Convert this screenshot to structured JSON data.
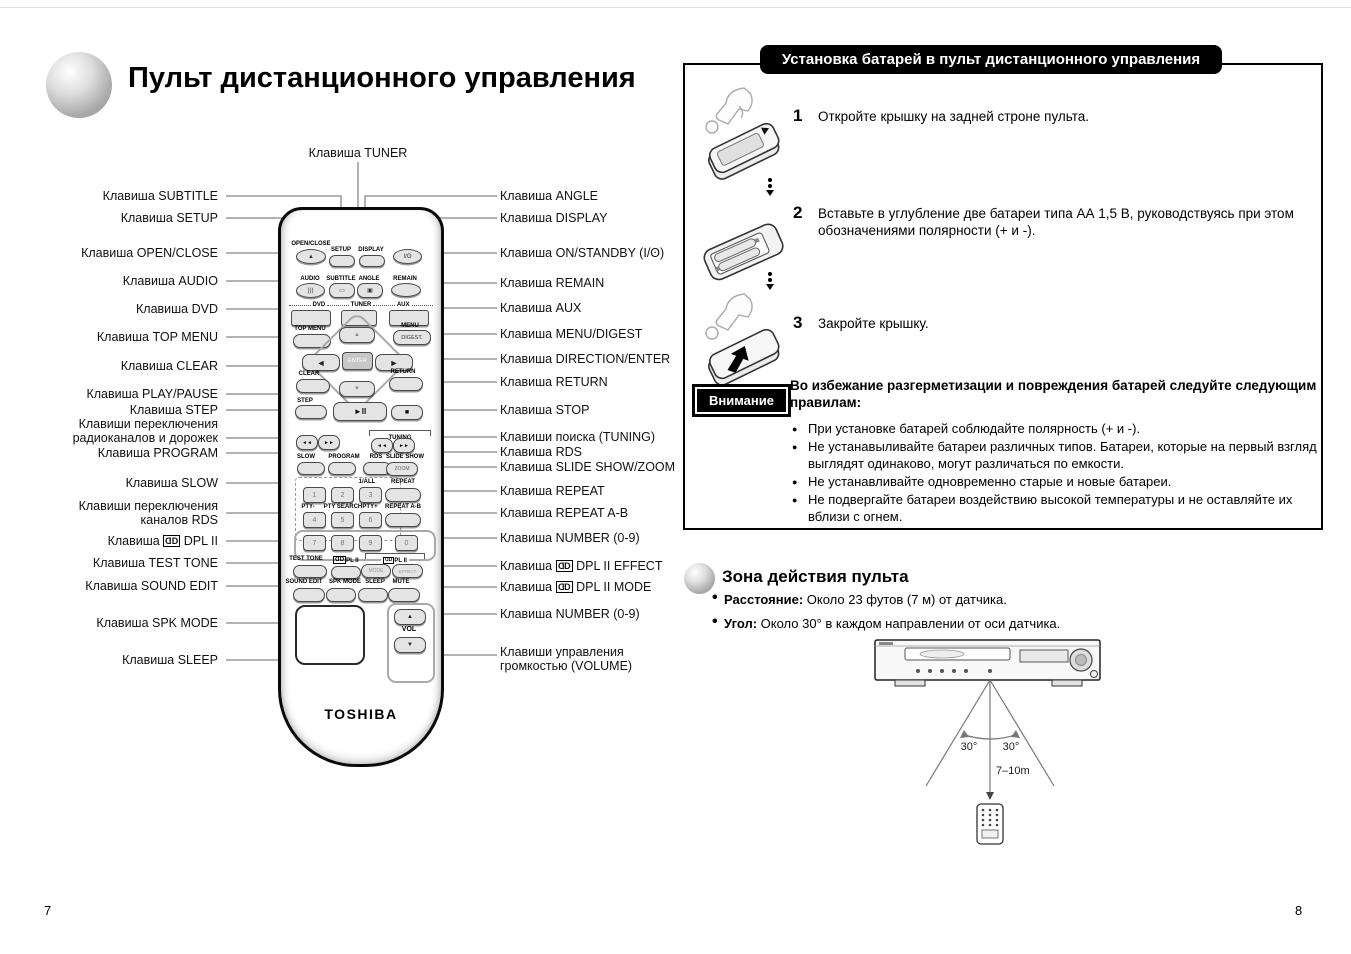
{
  "page": {
    "left_number": "7",
    "right_number": "8"
  },
  "left": {
    "title": "Пульт дистанционного управления",
    "tuner_callout": "Клавиша TUNER",
    "callouts": [
      {
        "text": "Клавиша SUBTITLE"
      },
      {
        "text": "Клавиша SETUP"
      },
      {
        "text": "Клавиша OPEN/CLOSE"
      },
      {
        "text": "Клавиша AUDIO"
      },
      {
        "text": "Клавиша DVD"
      },
      {
        "text": "Клавиша TOP MENU"
      },
      {
        "text": "Клавиша CLEAR"
      },
      {
        "text": "Клавиша PLAY/PAUSE"
      },
      {
        "text": "Клавиша STEP"
      },
      {
        "text": "Клавиши переключения радиоканалов и дорожек"
      },
      {
        "text": "Клавиша PROGRAM"
      },
      {
        "text": "Клавиша SLOW"
      },
      {
        "text": "Клавиши переключения каналов RDS"
      },
      {
        "pre": "Клавиша",
        "post": "DPL II"
      },
      {
        "text": "Клавиша TEST TONE"
      },
      {
        "text": "Клавиша SOUND EDIT"
      },
      {
        "text": "Клавиша SPK MODE"
      },
      {
        "text": "Клавиша SLEEP"
      }
    ]
  },
  "right_callouts": [
    {
      "text": "Клавиша ANGLE"
    },
    {
      "text": "Клавиша DISPLAY"
    },
    {
      "text": "Клавиша ON/STANDBY (I/ʘ)"
    },
    {
      "text": "Клавиша REMAIN"
    },
    {
      "text": "Клавиша AUX"
    },
    {
      "text": "Клавиша MENU/DIGEST"
    },
    {
      "text": "Клавиша DIRECTION/ENTER"
    },
    {
      "text": "Клавиша RETURN"
    },
    {
      "text": "Клавиша STOP"
    },
    {
      "text": "Клавиши поиска (TUNING)"
    },
    {
      "text": "Клавиша RDS"
    },
    {
      "text": "Клавиша SLIDE SHOW/ZOOM"
    },
    {
      "text": "Клавиша REPEAT"
    },
    {
      "text": "Клавиша REPEAT A-B"
    },
    {
      "text": "Клавиша NUMBER (0-9)"
    },
    {
      "pre": "Клавиша",
      "post": "DPL II EFFECT"
    },
    {
      "pre": "Клавиша",
      "post": "DPL II MODE"
    },
    {
      "text": "Клавиша NUMBER (0-9)"
    },
    {
      "text": "Клавиши управления громкостью (VOLUME)"
    }
  ],
  "remote": {
    "brand": "TOSHIBA",
    "open_close": "OPEN/CLOSE",
    "eject": "▲",
    "setup": "SETUP",
    "display": "DISPLAY",
    "power": "I/ʘ",
    "audio": "AUDIO",
    "subtitle": "SUBTITLE",
    "angle": "ANGLE",
    "remain": "REMAIN",
    "dvd": "DVD",
    "tuner": "TUNER",
    "aux": "AUX",
    "top_menu": "TOP MENU",
    "menu": "MENU",
    "digest": "DIGEST.",
    "up": "▲",
    "down": "▼",
    "left": "◄",
    "right": "►",
    "enter": "ENTER",
    "clear": "CLEAR",
    "return": "RETURN",
    "step": "STEP",
    "play_pause": "►II",
    "stop": "■",
    "skip_back": "◄◄",
    "skip_fwd": "►►",
    "tuning": "TUNING",
    "tune_down": "◄◄",
    "tune_up": "►►",
    "slow": "SLOW",
    "program": "PROGRAM",
    "rds": "RDS",
    "slide_show": "SLIDE SHOW",
    "zoom": "ZOOM",
    "one_all": "1/ALL",
    "repeat": "REPEAT",
    "repeat_ab": "REPEAT A-B",
    "pty_minus": "PTY-",
    "pty_search": "PTY SEARCH",
    "pty_plus": "PTY+",
    "digits": {
      "d1": "1",
      "d2": "2",
      "d3": "3",
      "d4": "4",
      "d5": "5",
      "d6": "6",
      "d7": "7",
      "d8": "8",
      "d9": "9",
      "d0": "0"
    },
    "test_tone": "TEST TONE",
    "dpl": "PL II",
    "mode": "MODE",
    "effect": "EFFECT",
    "sound_edit": "SOUND EDIT",
    "spk_mode": "SPK MODE",
    "sleep": "SLEEP",
    "mute": "MUTE",
    "vol": "VOL",
    "vol_up": "▲",
    "vol_down": "▼"
  },
  "battery": {
    "title": "Установка батарей в пульт дистанционного управления",
    "steps": [
      {
        "num": "1",
        "text": "Откройте крышку на задней строне пульта."
      },
      {
        "num": "2",
        "text": "Вставьте в углубление две батареи типа АА 1,5 В, руководствуясь при этом обозначениями полярности (+ и -)."
      },
      {
        "num": "3",
        "text": "Закройте крышку."
      }
    ],
    "warning_badge": "Внимание",
    "warning_intro": "Во избежание разгерметизации и повреждения батарей следуйте следующим правилам:",
    "warning_items": [
      "При установке батарей соблюдайте полярность (+ и -).",
      "Не устанавыливайте батареи различных типов. Батареи, которые на первый взгляд выглядят одинаково, могут различаться по емкости.",
      "Не устанавливайте одновременно старые и новые батареи.",
      "Не подвергайте батареи воздействию высокой температуры и не оставляйте их вблизи с огнем."
    ]
  },
  "range": {
    "title": "Зона действия пульта",
    "items": [
      {
        "label": "Расстояние:",
        "text": " Около 23 футов (7 м) от датчика."
      },
      {
        "label": "Угол:",
        "text": " Около 30° в каждом направлении от оси датчика."
      }
    ],
    "diagram": {
      "angle_left": "30°",
      "angle_right": "30°",
      "distance": "7–10m"
    }
  }
}
